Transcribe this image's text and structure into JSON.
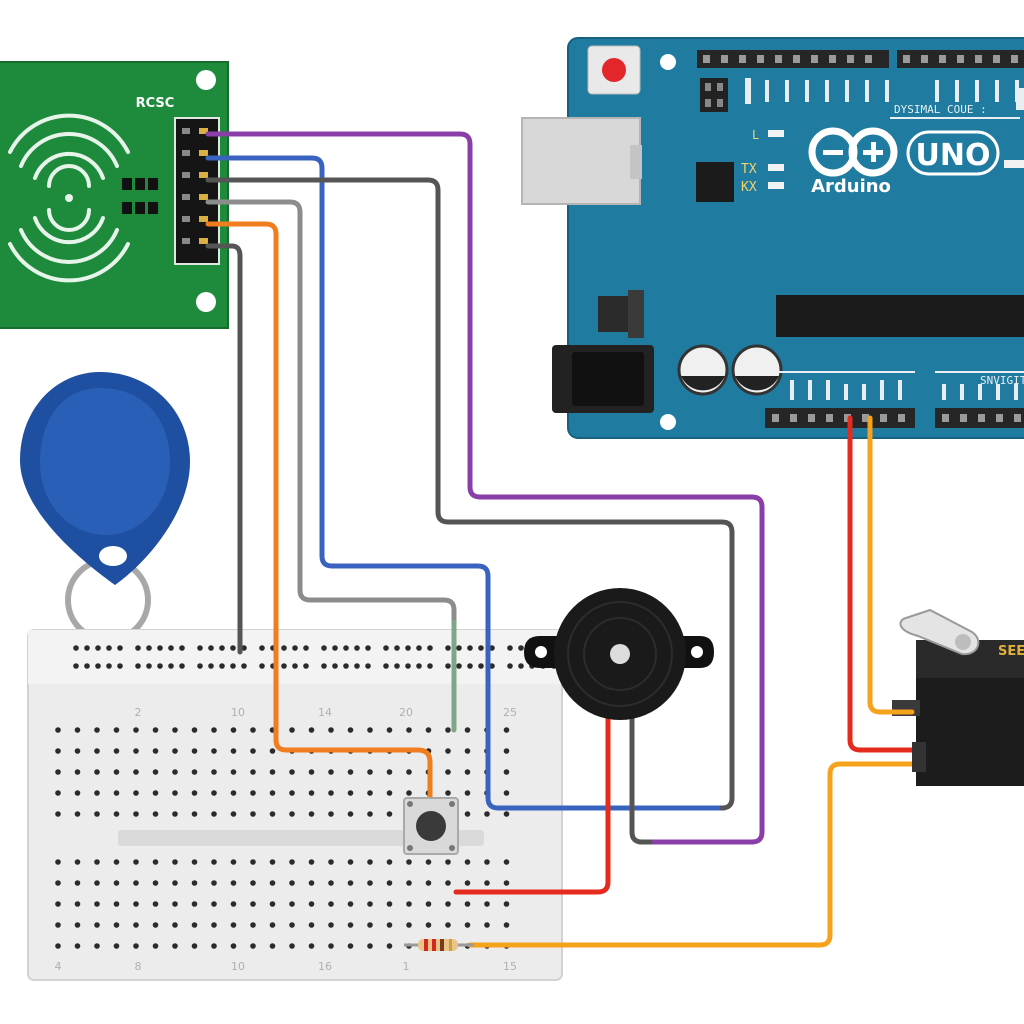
{
  "rfid_module": {
    "label": "RCSC"
  },
  "arduino": {
    "brand": "Arduino",
    "model": "UNO",
    "digital_header_text": "DYSIMAL COUE :",
    "analog_header_text": "SNVIGIT",
    "led_l": "L",
    "led_tx": "TX",
    "led_rx": "KX"
  },
  "servo": {
    "label": "SEE"
  },
  "breadboard": {
    "top_numbers": [
      "2",
      "10",
      "14",
      "20",
      "25"
    ],
    "bottom_numbers": [
      "4",
      "8",
      "10",
      "16",
      "1",
      "15"
    ]
  },
  "colors": {
    "arduino_board": "#1f7ba0",
    "rfid_board": "#1e8a3c",
    "wire_purple": "#8a3fa8",
    "wire_blue": "#3a63c0",
    "wire_dark_gray": "#555555",
    "wire_light_gray": "#8c8c8c",
    "wire_orange": "#f07d1e",
    "wire_red": "#e52a1e",
    "wire_amber": "#f5a21c",
    "wire_sage": "#7fa68a",
    "rfid_tag": "#1e4fa0"
  }
}
